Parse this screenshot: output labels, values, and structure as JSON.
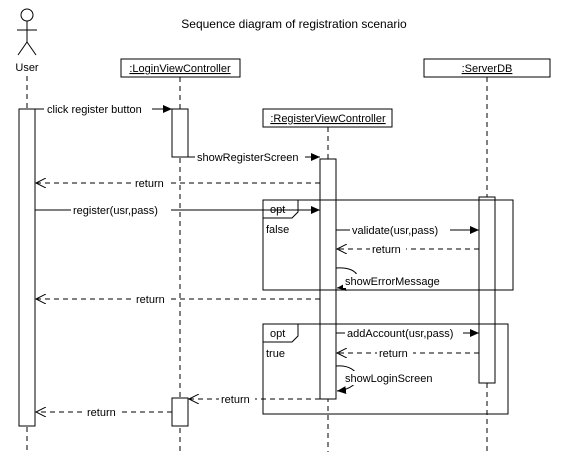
{
  "diagram": {
    "title": "Sequence diagram of registration scenario",
    "actor_label": "User",
    "participants": [
      ":LoginViewController",
      ":RegisterViewController",
      ":ServerDB"
    ],
    "messages": {
      "click_register": "click register button",
      "show_register_screen": "showRegisterScreen",
      "return_1": "return",
      "register": "register(usr,pass)",
      "validate": "validate(usr,pass)",
      "return_2": "return",
      "show_error": "showErrorMessage",
      "return_3": "return",
      "add_account": "addAccount(usr,pass)",
      "return_4": "return",
      "show_login": "showLoginScreen",
      "return_5": "return",
      "return_6": "return"
    },
    "fragments": [
      {
        "operator": "opt",
        "guard": "false"
      },
      {
        "operator": "opt",
        "guard": "true"
      }
    ]
  }
}
